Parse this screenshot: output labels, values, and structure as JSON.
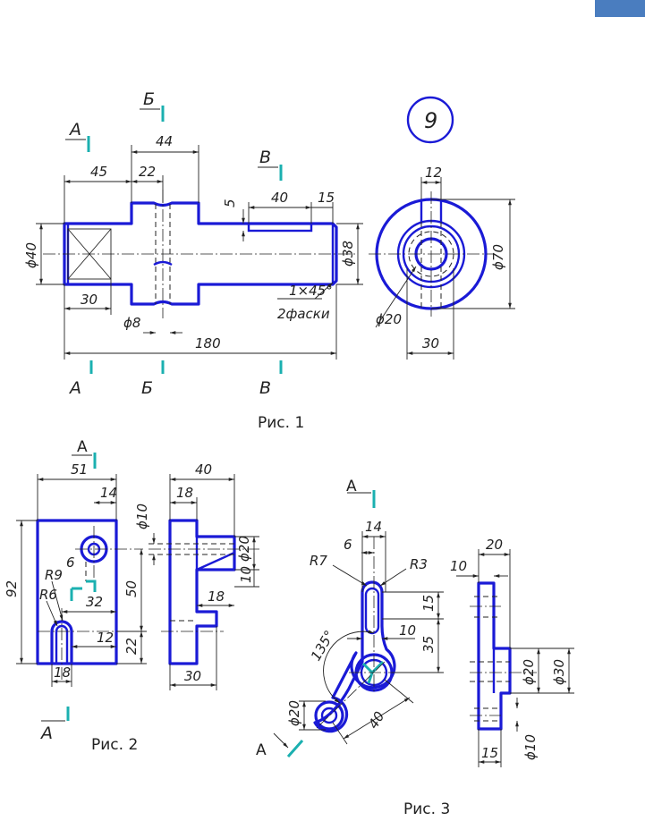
{
  "header": {
    "accent_color": "#4a7dbf"
  },
  "colors": {
    "object": "#1a1ad6",
    "section_mark": "#1bb0b0",
    "dimension": "#222222"
  },
  "fig1": {
    "caption": "Рис. 1",
    "variant": "9",
    "section_letters": [
      "А",
      "Б",
      "В"
    ],
    "dims": {
      "d44": "44",
      "d45": "45",
      "d22": "22",
      "d40": "40",
      "d15": "15",
      "d5": "5",
      "phi40": "ϕ40",
      "phi38": "ϕ38",
      "d30": "30",
      "phi8": "ϕ8",
      "d180": "180",
      "chamfer": "1×45°",
      "chamfer_note": "2фаски",
      "e12": "12",
      "phi70": "ϕ70",
      "phi20": "ϕ20",
      "e30": "30"
    }
  },
  "fig2": {
    "caption": "Рис. 2",
    "section_letter": "А",
    "dims": {
      "d51": "51",
      "d14": "14",
      "d6": "6",
      "r9": "R9",
      "r6": "R6",
      "d32": "32",
      "d92": "92",
      "d50": "50",
      "d22": "22",
      "d12": "12",
      "d18": "18",
      "s40": "40",
      "s18": "18",
      "sphi10": "ϕ10",
      "sphi20": "ϕ20",
      "s10": "10",
      "s18b": "18",
      "s30": "30"
    }
  },
  "fig3": {
    "caption": "Рис. 3",
    "section_letter": "А",
    "dims": {
      "d14": "14",
      "d6": "6",
      "r7": "R7",
      "r3": "R3",
      "d15": "15",
      "d10": "10",
      "d35": "35",
      "a135": "135°",
      "phi20": "ϕ20",
      "d40": "40",
      "s20": "20",
      "s10": "10",
      "sphi20": "ϕ20",
      "sphi30": "ϕ30",
      "s15": "15",
      "sphi10": "ϕ10"
    }
  }
}
